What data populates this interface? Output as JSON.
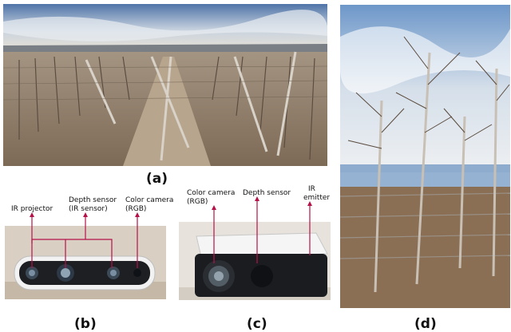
{
  "captions": {
    "a": "(a)",
    "b": "(b)",
    "c": "(c)",
    "d": "(d)"
  },
  "panel_b_labels": {
    "ir_projector": "IR projector",
    "depth_sensor_line1": "Depth sensor",
    "depth_sensor_line2": "(IR sensor)",
    "color_camera_line1": "Color camera",
    "color_camera_line2": "(RGB)"
  },
  "panel_c_labels": {
    "color_camera_line1": "Color camera",
    "color_camera_line2": "(RGB)",
    "depth_sensor": "Depth sensor",
    "ir_emitter_line1": "IR",
    "ir_emitter_line2": "emitter"
  },
  "colors": {
    "leader_line": "#b5124a",
    "sky_blue": "#7fa8d6",
    "soil": "#8a7560"
  }
}
